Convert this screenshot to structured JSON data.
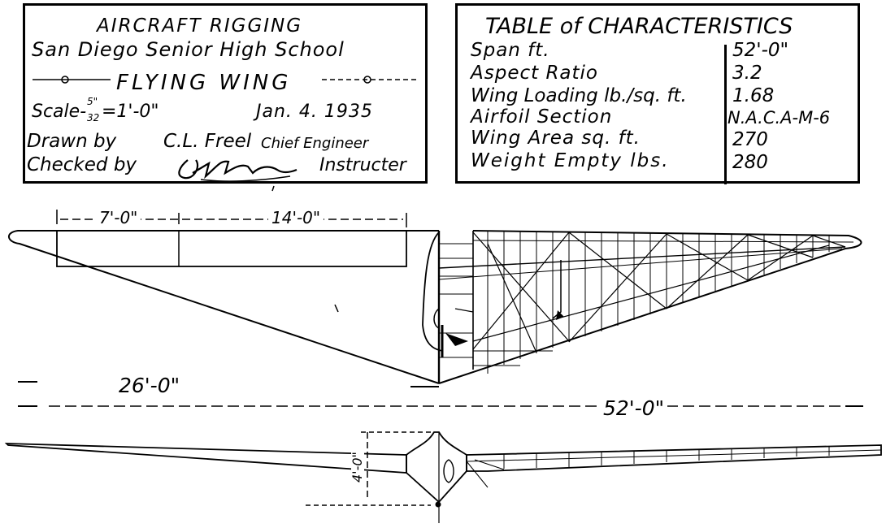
{
  "title_block": {
    "line1": "AIRCRAFT RIGGING",
    "line2": "San Diego Senior High School",
    "name": "FLYING WING",
    "scale_prefix": "Scale-",
    "scale_num": "5\"",
    "scale_den": "32",
    "scale_suffix": "=1'-0\"",
    "date": "Jan. 4. 1935",
    "drawn_label": "Drawn by",
    "drawn_name": "C.L. Freel",
    "drawn_role": "Chief Engineer",
    "checked_label": "Checked by",
    "checked_role": "Instructer"
  },
  "characteristics": {
    "heading": "TABLE of CHARACTERISTICS",
    "rows": [
      {
        "label": "Span  ft.",
        "value": "52'-0\""
      },
      {
        "label": "Aspect Ratio",
        "value": "3.2"
      },
      {
        "label": "Wing Loading  lb./sq. ft.",
        "value": "1.68"
      },
      {
        "label": "Airfoil Section",
        "value": "N.A.C.A-M-6"
      },
      {
        "label": "Wing Area  sq. ft.",
        "value": "270"
      },
      {
        "label": "Weight Empty  lbs.",
        "value": "280"
      }
    ]
  },
  "dimensions": {
    "aileron_inner": "7'-0\"",
    "aileron_outer": "14'-0\"",
    "half_span": "26'-0\"",
    "full_span": "52'-0\"",
    "height": "4'-0\""
  }
}
